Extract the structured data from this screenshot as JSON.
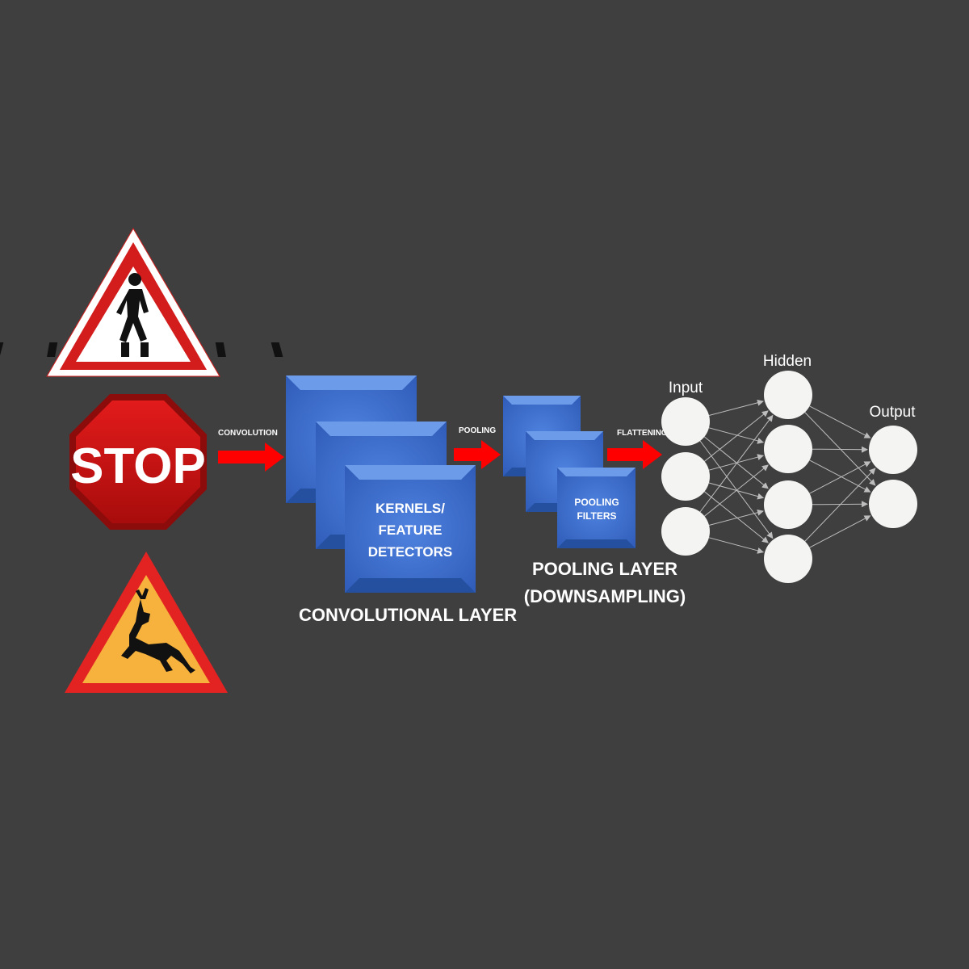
{
  "signs": {
    "stop_text": "STOP"
  },
  "arrows": {
    "convolution": "CONVOLUTION",
    "pooling": "POOLING",
    "flattening": "FLATTENING"
  },
  "conv_layer": {
    "box_text_line1": "KERNELS/",
    "box_text_line2": "FEATURE",
    "box_text_line3": "DETECTORS",
    "caption": "CONVOLUTIONAL LAYER"
  },
  "pool_layer": {
    "box_text_line1": "POOLING",
    "box_text_line2": "FILTERS",
    "caption_line1": "POOLING LAYER",
    "caption_line2": "(DOWNSAMPLING)"
  },
  "network": {
    "input_label": "Input",
    "hidden_label": "Hidden",
    "output_label": "Output"
  },
  "colors": {
    "background": "#3f3f3f",
    "arrow": "#ff0000",
    "box_blue": "#3f6fcf",
    "node": "#f4f4f2"
  }
}
